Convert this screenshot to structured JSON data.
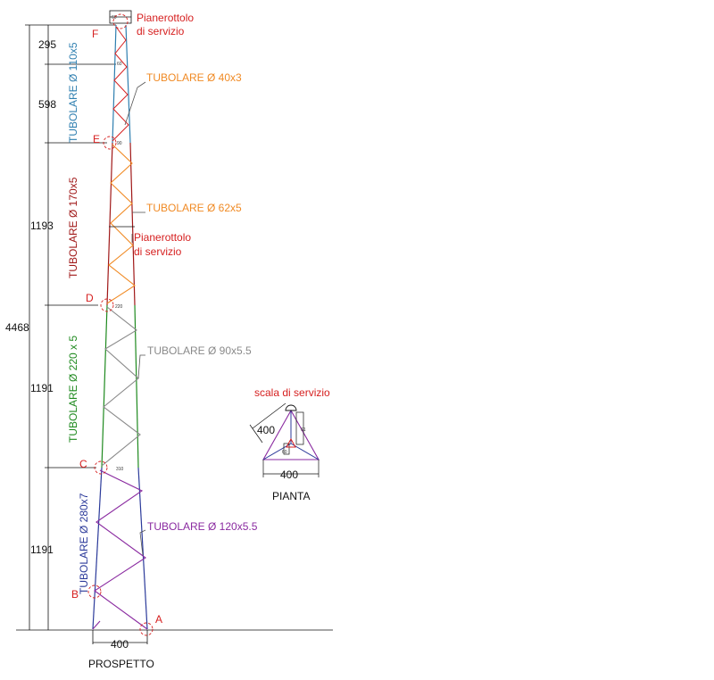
{
  "colors": {
    "dim": "#111111",
    "red": "#d62020",
    "orange": "#f08a24",
    "grey": "#8a8a8a",
    "green": "#1f8a1f",
    "blue": "#2b3a9a",
    "purple": "#8a2aa0",
    "steel_blue": "#2f7fb0",
    "maroon": "#a01818"
  },
  "elevation": {
    "caption": "PROSPETTO",
    "base_width": "400",
    "total_height": "4468",
    "segments": [
      "295",
      "598",
      "1193",
      "1191",
      "1191"
    ],
    "nodes": [
      "A",
      "B",
      "C",
      "D",
      "E",
      "F"
    ],
    "node_sizes": {
      "c": "310",
      "d": "220",
      "e": "90",
      "mid": "60",
      "top": "60"
    },
    "leg_labels": {
      "top": "TUBOLARE Ø 110x5",
      "upper": "TUBOLARE Ø 170x5",
      "middle": "TUBOLARE Ø 220 x 5",
      "bottom": "TUBOLARE Ø 280x7"
    },
    "brace_labels": {
      "b40": "TUBOLARE Ø  40x3",
      "b62": "TUBOLARE Ø 62x5",
      "b90": "TUBOLARE Ø 90x5.5",
      "b120": "TUBOLARE Ø 120x5.5"
    },
    "platform_top": [
      "Pianerottolo",
      "di servizio"
    ],
    "platform_mid": [
      "Pianerottolo",
      "di servizio"
    ]
  },
  "plan": {
    "caption": "PIANTA",
    "title": "scala di servizio",
    "side": "400",
    "width": "400",
    "small_top": "61",
    "small_bottom": "60"
  }
}
